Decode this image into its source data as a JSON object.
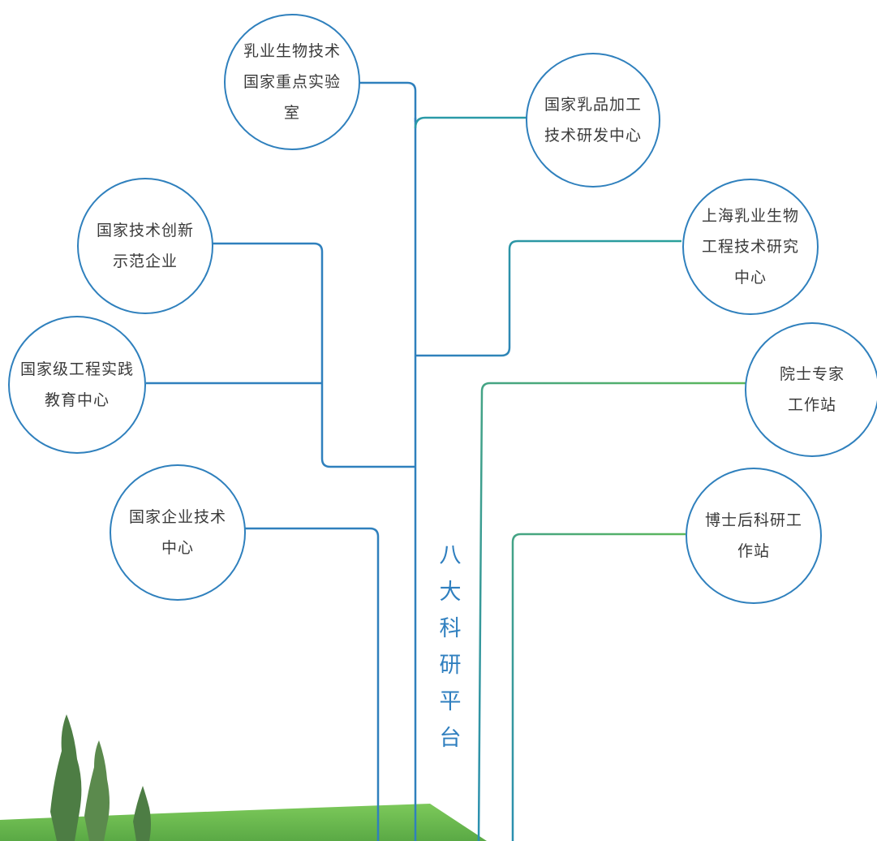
{
  "title": "八大科研平台",
  "colors": {
    "node_border": "#2f80bd",
    "line_blue": "#2f80bd",
    "line_teal": "#2aa09a",
    "line_green": "#5db85a",
    "title": "#2f7fbf",
    "grass": "#6cbe4f",
    "tree": "#4d7d44"
  },
  "nodes": [
    {
      "id": "dairy-biotech-lab",
      "label": "乳业生物技术国家重点实验室"
    },
    {
      "id": "dairy-processing-center",
      "label": "国家乳品加工技术研发中心"
    },
    {
      "id": "tech-innovation-enterprise",
      "label": "国家技术创新示范企业"
    },
    {
      "id": "shanghai-engineering-center",
      "label": "上海乳业生物工程技术研究中心"
    },
    {
      "id": "engineering-practice-center",
      "label": "国家级工程实践教育中心"
    },
    {
      "id": "academician-station",
      "label": "院士专家工作站"
    },
    {
      "id": "enterprise-tech-center",
      "label": "国家企业技术中心"
    },
    {
      "id": "postdoc-station",
      "label": "博士后科研工作站"
    }
  ]
}
